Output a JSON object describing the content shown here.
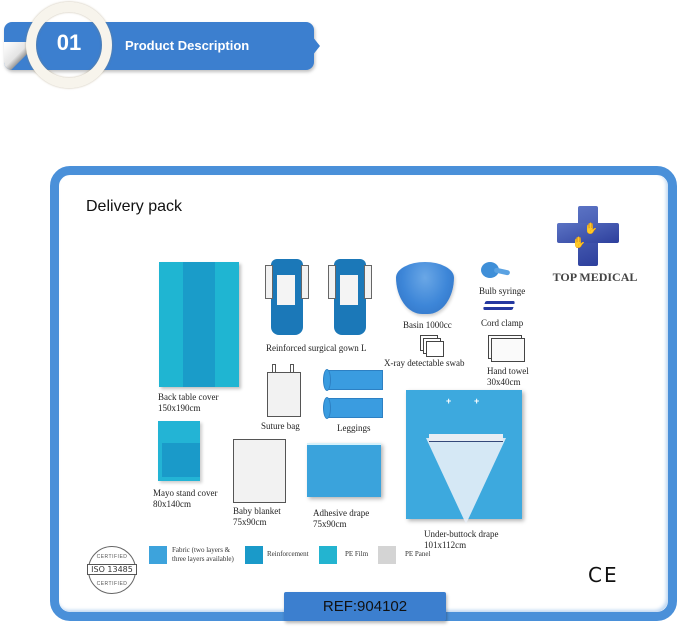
{
  "header": {
    "section_number": "01",
    "section_title": "Product Description"
  },
  "card": {
    "title": "Delivery pack",
    "brand": {
      "name": "TOP MEDICAL",
      "logo_icon": "medical-cross-hands-icon"
    },
    "items": [
      {
        "name": "Back table cover",
        "size": "150x190cm"
      },
      {
        "name": "Reinforced surgical gown L",
        "size": ""
      },
      {
        "name": "Basin 1000cc",
        "size": ""
      },
      {
        "name": "Bulb syringe",
        "size": ""
      },
      {
        "name": "Cord clamp",
        "size": ""
      },
      {
        "name": "X-ray detectable swab",
        "size": ""
      },
      {
        "name": "Hand towel",
        "size": "30x40cm"
      },
      {
        "name": "Suture bag",
        "size": ""
      },
      {
        "name": "Leggings",
        "size": ""
      },
      {
        "name": "Mayo stand cover",
        "size": "80x140cm"
      },
      {
        "name": "Baby blanket",
        "size": "75x90cm"
      },
      {
        "name": "Adhesive drape",
        "size": "75x90cm"
      },
      {
        "name": "Under-buttock drape",
        "size": "101x112cm"
      }
    ],
    "legend": [
      {
        "label_line1": "Fabric (two layers &",
        "label_line2": "three layers available)",
        "color": "#3da3dc"
      },
      {
        "label_line1": "Reinforcement",
        "label_line2": "",
        "color": "#1a9ac9"
      },
      {
        "label_line1": "PE Film",
        "label_line2": "",
        "color": "#23b4d0"
      },
      {
        "label_line1": "PE Panel",
        "label_line2": "",
        "color": "#d4d4d4"
      }
    ],
    "certification": {
      "top": "CERTIFIED",
      "standard": "ISO 13485",
      "bottom": "CERTIFIED"
    },
    "ce_mark": "CE",
    "ref": "REF:904102"
  },
  "colors": {
    "accent": "#3c7fcf",
    "frame": "#4a90d9"
  }
}
